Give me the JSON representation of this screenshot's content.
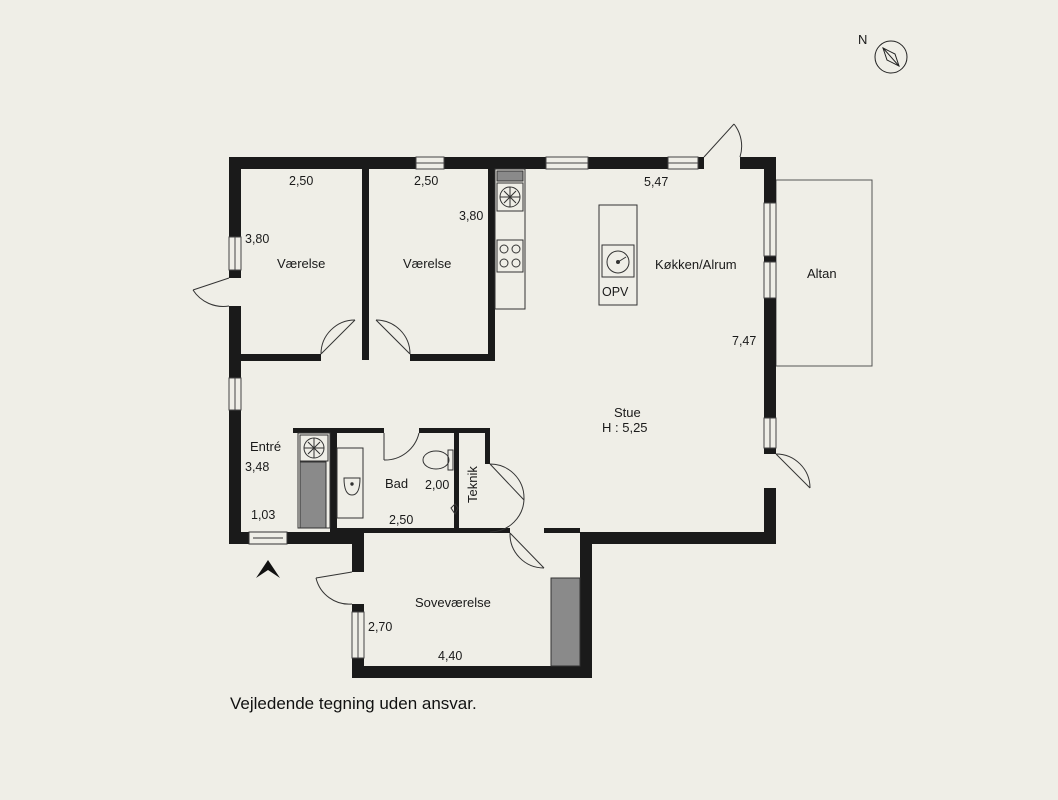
{
  "rooms": {
    "vaerelse_1": "Værelse",
    "vaerelse_2": "Værelse",
    "koekken": "Køkken/Alrum",
    "altan": "Altan",
    "stue": "Stue",
    "stue_height": "H : 5,25",
    "entre": "Entré",
    "bad": "Bad",
    "teknik": "Teknik",
    "sovevaerelse": "Soveværelse",
    "opv": "OPV"
  },
  "dimensions": {
    "vaerelse_1_width": "2,50",
    "vaerelse_1_depth": "3,80",
    "vaerelse_2_width": "2,50",
    "vaerelse_2_depth": "3,80",
    "koekken_width": "5,47",
    "koekken_depth": "7,47",
    "entre_depth": "3,48",
    "entre_width": "1,03",
    "bad_depth": "2,00",
    "bad_width": "2,50",
    "sove_depth": "2,70",
    "sove_width": "4,40"
  },
  "compass": {
    "label": "N"
  },
  "disclaimer": "Vejledende tegning uden ansvar.",
  "colors": {
    "wall": "#1a1a1a",
    "background": "#efeee7",
    "cabinet": "#8a8a8a"
  }
}
